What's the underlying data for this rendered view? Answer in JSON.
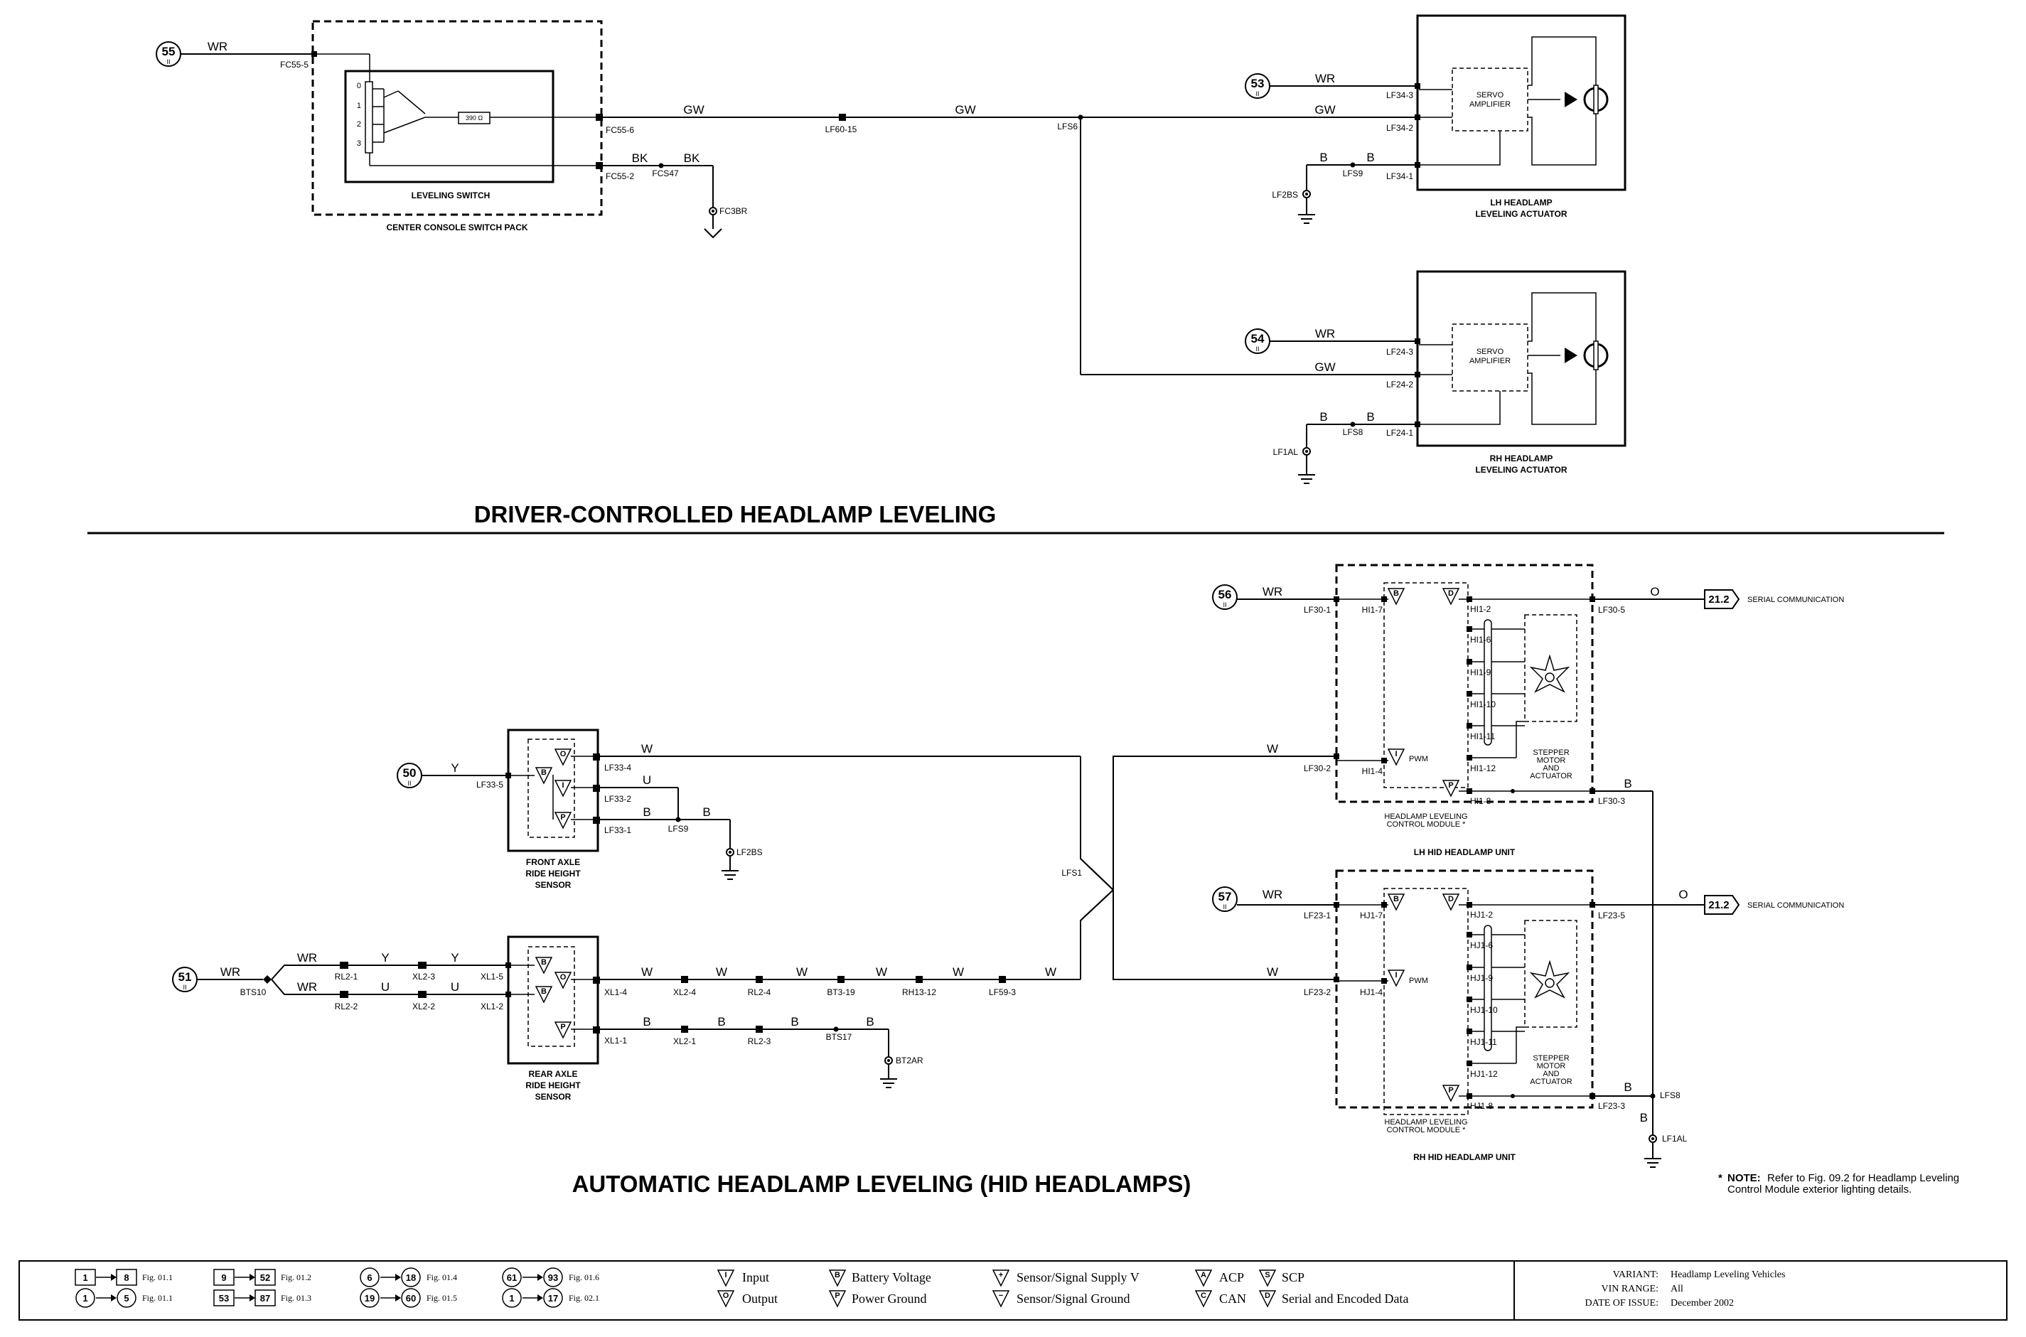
{
  "sections": {
    "top_title": "DRIVER-CONTROLLED HEADLAMP LEVELING",
    "bottom_title": "AUTOMATIC HEADLAMP LEVELING (HID HEADLAMPS)"
  },
  "top": {
    "ref_55": {
      "num": "55",
      "sub": "II"
    },
    "ref_53": {
      "num": "53",
      "sub": "II"
    },
    "ref_54": {
      "num": "54",
      "sub": "II"
    },
    "center_console": "CENTER CONSOLE SWITCH PACK",
    "leveling_switch": "LEVELING SWITCH",
    "resistor": "390 Ω",
    "positions": [
      "0",
      "1",
      "2",
      "3"
    ],
    "lh_actuator": [
      "LH HEADLAMP",
      "LEVELING ACTUATOR"
    ],
    "rh_actuator": [
      "RH HEADLAMP",
      "LEVELING ACTUATOR"
    ],
    "servo": [
      "SERVO",
      "AMPLIFIER"
    ],
    "wires": {
      "wr": "WR",
      "gw": "GW",
      "bk": "BK",
      "b": "B"
    },
    "pins": {
      "fc55_5": "FC55-5",
      "fc55_6": "FC55-6",
      "fc55_2": "FC55-2",
      "fcs47": "FCS47",
      "fc3br": "FC3BR",
      "lf60_15": "LF60-15",
      "lfs6": "LFS6",
      "lf34_3": "LF34-3",
      "lf34_2": "LF34-2",
      "lf34_1": "LF34-1",
      "lfs9": "LFS9",
      "lf2bs": "LF2BS",
      "lf24_3": "LF24-3",
      "lf24_2": "LF24-2",
      "lf24_1": "LF24-1",
      "lfs8": "LFS8",
      "lf1al": "LF1AL"
    }
  },
  "bottom": {
    "ref_50": {
      "num": "50",
      "sub": "II"
    },
    "ref_51": {
      "num": "51",
      "sub": "II"
    },
    "ref_56": {
      "num": "56",
      "sub": "II"
    },
    "ref_57": {
      "num": "57",
      "sub": "II"
    },
    "ref_21": "21.2",
    "serial": "SERIAL COMMUNICATION",
    "front_sensor": [
      "FRONT AXLE",
      "RIDE HEIGHT",
      "SENSOR"
    ],
    "rear_sensor": [
      "REAR AXLE",
      "RIDE HEIGHT",
      "SENSOR"
    ],
    "lh_unit": "LH HID HEADLAMP UNIT",
    "rh_unit": "RH HID HEADLAMP UNIT",
    "control_module": [
      "HEADLAMP LEVELING",
      "CONTROL MODULE *"
    ],
    "stepper": [
      "STEPPER",
      "MOTOR",
      "AND",
      "ACTUATOR"
    ],
    "pwm": "PWM",
    "wires": {
      "wr": "WR",
      "w": "W",
      "y": "Y",
      "u": "U",
      "b": "B",
      "o": "O"
    },
    "pins": {
      "lf33_5": "LF33-5",
      "lf33_4": "LF33-4",
      "lf33_2": "LF33-2",
      "lf33_1": "LF33-1",
      "lfs9": "LFS9",
      "lf2bs": "LF2BS",
      "lfs1": "LFS1",
      "bts10": "BTS10",
      "rl2_1": "RL2-1",
      "rl2_2": "RL2-2",
      "xl2_3": "XL2-3",
      "xl2_2": "XL2-2",
      "xl1_5": "XL1-5",
      "xl1_2": "XL1-2",
      "xl1_4": "XL1-4",
      "xl1_1": "XL1-1",
      "xl2_4": "XL2-4",
      "rl2_4": "RL2-4",
      "bt3_19": "BT3-19",
      "rh13_12": "RH13-12",
      "lf59_3": "LF59-3",
      "xl2_1": "XL2-1",
      "rl2_3": "RL2-3",
      "bts17": "BTS17",
      "bt2ar": "BT2AR",
      "lf30_1": "LF30-1",
      "lf30_2": "LF30-2",
      "lf30_5": "LF30-5",
      "lf30_3": "LF30-3",
      "hi1_7": "HI1-7",
      "hi1_4": "HI1-4",
      "hi1_2": "HI1-2",
      "hi1_6": "HI1-6",
      "hi1_9": "HI1-9",
      "hi1_10": "HI1-10",
      "hi1_11": "HI1-11",
      "hi1_12": "HI1-12",
      "hi1_8": "HI1-8",
      "lf23_1": "LF23-1",
      "lf23_2": "LF23-2",
      "lf23_5": "LF23-5",
      "lf23_3": "LF23-3",
      "hj1_7": "HJ1-7",
      "hj1_4": "HJ1-4",
      "hj1_2": "HJ1-2",
      "hj1_6": "HJ1-6",
      "hj1_9": "HJ1-9",
      "hj1_10": "HJ1-10",
      "hj1_11": "HJ1-11",
      "hj1_12": "HJ1-12",
      "hj1_8": "HJ1-8",
      "lfs8": "LFS8",
      "lf1al": "LF1AL"
    },
    "note_label": "NOTE:",
    "note_text": [
      "Refer to Fig. 09.2 for Headlamp Leveling",
      "Control Module exterior lighting details."
    ]
  },
  "legend": {
    "figs": [
      {
        "a": "1",
        "b": "8",
        "t": "Fig. 01.1"
      },
      {
        "a": "1",
        "b": "5",
        "t": "Fig. 01.1"
      },
      {
        "a": "9",
        "b": "52",
        "t": "Fig. 01.2"
      },
      {
        "a": "53",
        "b": "87",
        "t": "Fig. 01.3"
      },
      {
        "a": "6",
        "b": "18",
        "t": "Fig. 01.4"
      },
      {
        "a": "19",
        "b": "60",
        "t": "Fig. 01.5"
      },
      {
        "a": "61",
        "b": "93",
        "t": "Fig. 01.6"
      },
      {
        "a": "1",
        "b": "17",
        "t": "Fig. 02.1"
      }
    ],
    "symbols": [
      {
        "sym": "I",
        "label": "Input"
      },
      {
        "sym": "O",
        "label": "Output"
      },
      {
        "sym": "B",
        "label": "Battery Voltage"
      },
      {
        "sym": "P",
        "label": "Power Ground"
      },
      {
        "sym": "+",
        "label": "Sensor/Signal Supply V"
      },
      {
        "sym": "−",
        "label": "Sensor/Signal Ground"
      },
      {
        "sym": "A",
        "label": "ACP"
      },
      {
        "sym": "C",
        "label": "CAN"
      },
      {
        "sym": "S",
        "label": "SCP"
      },
      {
        "sym": "D",
        "label": "Serial and Encoded Data"
      }
    ],
    "variant_label": "VARIANT:",
    "variant_value": "Headlamp Leveling Vehicles",
    "vin_label": "VIN RANGE:",
    "vin_value": "All",
    "date_label": "DATE OF ISSUE:",
    "date_value": "December 2002"
  }
}
